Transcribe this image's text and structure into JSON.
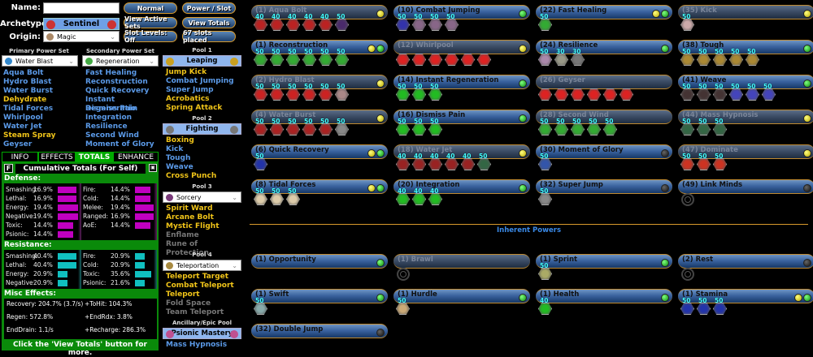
{
  "header": {
    "name_label": "Name:",
    "name_value": "",
    "archetype_label": "Archetype:",
    "archetype_value": "Sentinel",
    "origin_label": "Origin:",
    "origin_value": "Magic",
    "buttons": [
      "Normal",
      "Power / Slot",
      "View Active Sets",
      "View Totals",
      "Slot Levels: Off",
      "67 slots placed"
    ]
  },
  "primary": {
    "header": "Primary Power Set",
    "value": "Water Blast",
    "powers": [
      {
        "name": "Aqua Bolt",
        "color": "blue"
      },
      {
        "name": "Hydro Blast",
        "color": "blue"
      },
      {
        "name": "Water Burst",
        "color": "blue"
      },
      {
        "name": "Dehydrate",
        "color": "yellow"
      },
      {
        "name": "Tidal Forces",
        "color": "blue"
      },
      {
        "name": "Whirlpool",
        "color": "blue"
      },
      {
        "name": "Water Jet",
        "color": "blue"
      },
      {
        "name": "Steam Spray",
        "color": "yellow"
      },
      {
        "name": "Geyser",
        "color": "blue"
      }
    ]
  },
  "secondary": {
    "header": "Secondary Power Set",
    "value": "Regeneration",
    "powers": [
      {
        "name": "Fast Healing",
        "color": "blue"
      },
      {
        "name": "Reconstruction",
        "color": "blue"
      },
      {
        "name": "Quick Recovery",
        "color": "blue"
      },
      {
        "name": "Instant Regeneratio",
        "color": "blue"
      },
      {
        "name": "Dismiss Pain",
        "color": "blue"
      },
      {
        "name": "Integration",
        "color": "blue"
      },
      {
        "name": "Resilience",
        "color": "blue"
      },
      {
        "name": "Second Wind",
        "color": "blue"
      },
      {
        "name": "Moment of Glory",
        "color": "blue"
      }
    ]
  },
  "pools": [
    {
      "header": "Pool 1",
      "value": "Leaping",
      "style": "header",
      "powers": [
        {
          "name": "Jump Kick",
          "color": "yellow"
        },
        {
          "name": "Combat Jumping",
          "color": "blue"
        },
        {
          "name": "Super Jump",
          "color": "blue"
        },
        {
          "name": "Acrobatics",
          "color": "yellow"
        },
        {
          "name": "Spring Attack",
          "color": "yellow"
        }
      ]
    },
    {
      "header": "Pool 2",
      "value": "Fighting",
      "style": "header",
      "powers": [
        {
          "name": "Boxing",
          "color": "yellow"
        },
        {
          "name": "Kick",
          "color": "blue"
        },
        {
          "name": "Tough",
          "color": "blue"
        },
        {
          "name": "Weave",
          "color": "blue"
        },
        {
          "name": "Cross Punch",
          "color": "yellow"
        }
      ]
    },
    {
      "header": "Pool 3",
      "value": "Sorcery",
      "style": "dropdown",
      "powers": [
        {
          "name": "Spirit Ward",
          "color": "yellow"
        },
        {
          "name": "Arcane Bolt",
          "color": "yellow"
        },
        {
          "name": "Mystic Flight",
          "color": "yellow"
        },
        {
          "name": "Enflame",
          "color": "gray"
        },
        {
          "name": "Rune of Protection",
          "color": "gray"
        }
      ]
    },
    {
      "header": "Pool 4",
      "value": "Teleportation",
      "style": "dropdown",
      "powers": [
        {
          "name": "Teleport Target",
          "color": "yellow"
        },
        {
          "name": "Combat Teleport",
          "color": "yellow"
        },
        {
          "name": "Teleport",
          "color": "yellow"
        },
        {
          "name": "Fold Space",
          "color": "gray"
        },
        {
          "name": "Team Teleport",
          "color": "gray"
        }
      ]
    },
    {
      "header": "Ancillary/Epic Pool",
      "value": "Psionic Mastery",
      "style": "header",
      "powers": [
        {
          "name": "Mass Hypnosis",
          "color": "blue"
        }
      ]
    }
  ],
  "tabs": [
    "INFO",
    "EFFECTS",
    "TOTALS",
    "ENHANCE"
  ],
  "active_tab": "TOTALS",
  "totals": {
    "f_label": "F",
    "title": "Cumulative Totals (For Self)",
    "defense_label": "Defense:",
    "defense_left": [
      {
        "name": "Smashing:",
        "value": "16.9%",
        "pct": 16.9
      },
      {
        "name": "Lethal:",
        "value": "16.9%",
        "pct": 16.9
      },
      {
        "name": "Energy:",
        "value": "19.4%",
        "pct": 19.4
      },
      {
        "name": "Negative:",
        "value": "19.4%",
        "pct": 19.4
      },
      {
        "name": "Toxic:",
        "value": "14.4%",
        "pct": 14.4
      },
      {
        "name": "Psionic:",
        "value": "14.4%",
        "pct": 14.4
      }
    ],
    "defense_right": [
      {
        "name": "Fire:",
        "value": "14.4%",
        "pct": 14.4
      },
      {
        "name": "Cold:",
        "value": "14.4%",
        "pct": 14.4
      },
      {
        "name": "Melee:",
        "value": "19.4%",
        "pct": 19.4
      },
      {
        "name": "Ranged:",
        "value": "16.9%",
        "pct": 16.9
      },
      {
        "name": "AoE:",
        "value": "14.4%",
        "pct": 14.4
      }
    ],
    "resistance_label": "Resistance:",
    "resistance_left": [
      {
        "name": "Smashing:",
        "value": "40.4%",
        "pct": 40.4
      },
      {
        "name": "Lethal:",
        "value": "40.4%",
        "pct": 40.4
      },
      {
        "name": "Energy:",
        "value": "20.9%",
        "pct": 20.9
      },
      {
        "name": "Negative:",
        "value": "20.9%",
        "pct": 20.9
      }
    ],
    "resistance_right": [
      {
        "name": "Fire:",
        "value": "20.9%",
        "pct": 20.9
      },
      {
        "name": "Cold:",
        "value": "20.9%",
        "pct": 20.9
      },
      {
        "name": "Toxic:",
        "value": "35.6%",
        "pct": 35.6
      },
      {
        "name": "Psionic:",
        "value": "21.6%",
        "pct": 21.6
      }
    ],
    "misc_label": "Misc Effects:",
    "misc": [
      [
        "Recovery: 204.7% (3.7/s)",
        "+ToHit: 104.3%"
      ],
      [
        "Regen: 572.8%",
        "+EndRdx: 3.8%"
      ],
      [
        "EndDrain: 1.1/s",
        "+Recharge: 286.3%"
      ]
    ],
    "footer": "Click the 'View Totals' button for more."
  },
  "slots": [
    {
      "title": "(1) Aqua Bolt",
      "dim": true,
      "dots": [
        "y"
      ],
      "enh": [
        [
          "40",
          "#b22"
        ],
        [
          "40",
          "#b22"
        ],
        [
          "40",
          "#b22"
        ],
        [
          "40",
          "#b22"
        ],
        [
          "40",
          "#b22"
        ],
        [
          "50",
          "#4a2a6a"
        ]
      ]
    },
    {
      "title": "(1) Reconstruction",
      "dim": false,
      "dots": [
        "y",
        "g"
      ],
      "enh": [
        [
          "50",
          "#3a3"
        ],
        [
          "50",
          "#3a3"
        ],
        [
          "50",
          "#3a3"
        ],
        [
          "50",
          "#3a3"
        ],
        [
          "50",
          "#3a3"
        ],
        [
          "50",
          "#3a3"
        ]
      ]
    },
    {
      "title": "(2) Hydro Blast",
      "dim": true,
      "dots": [
        "y"
      ],
      "enh": [
        [
          "50",
          "#c22"
        ],
        [
          "50",
          "#c22"
        ],
        [
          "50",
          "#c22"
        ],
        [
          "50",
          "#c22"
        ],
        [
          "50",
          "#c22"
        ],
        [
          "50",
          "#a88"
        ]
      ]
    },
    {
      "title": "(4) Water Burst",
      "dim": true,
      "dots": [
        "y"
      ],
      "enh": [
        [
          "50",
          "#a22"
        ],
        [
          "50",
          "#a22"
        ],
        [
          "50",
          "#a22"
        ],
        [
          "50",
          "#a22"
        ],
        [
          "50",
          "#a22"
        ],
        [
          "50",
          "#888"
        ]
      ]
    },
    {
      "title": "(6) Quick Recovery",
      "dim": false,
      "dots": [
        "y",
        "g"
      ],
      "enh": [
        [
          "50",
          "#23a"
        ]
      ]
    },
    {
      "title": "(8) Tidal Forces",
      "dim": false,
      "dots": [
        "y",
        "g"
      ],
      "enh": [
        [
          "50",
          "#dca"
        ],
        [
          "50",
          "#dca"
        ],
        [
          "50",
          "#dca"
        ]
      ]
    },
    {
      "title": "(10) Combat Jumping",
      "dim": false,
      "dots": [
        "g"
      ],
      "enh": [
        [
          "50",
          "#33a"
        ],
        [
          "50",
          "#868"
        ],
        [
          "50",
          "#868"
        ],
        [
          "50",
          "#868"
        ]
      ]
    },
    {
      "title": "(12) Whirlpool",
      "dim": true,
      "dots": [
        "y"
      ],
      "enh": [
        [
          "",
          "#d22"
        ],
        [
          "",
          "#d22"
        ],
        [
          "",
          "#d22"
        ],
        [
          "",
          "#d22"
        ],
        [
          "",
          "#d22"
        ],
        [
          "",
          "#d22"
        ]
      ]
    },
    {
      "title": "(14) Instant Regeneration",
      "dim": false,
      "dots": [
        "g"
      ],
      "enh": [
        [
          "50",
          "#2b2"
        ],
        [
          "50",
          "#2b2"
        ],
        [
          "50",
          "#2b2"
        ]
      ]
    },
    {
      "title": "(16) Dismiss Pain",
      "dim": false,
      "dots": [
        "g"
      ],
      "enh": [
        [
          "50",
          "#2b2"
        ],
        [
          "50",
          "#2b2"
        ],
        [
          "50",
          "#2b2"
        ]
      ]
    },
    {
      "title": "(18) Water Jet",
      "dim": true,
      "dots": [
        "y"
      ],
      "enh": [
        [
          "40",
          "#922"
        ],
        [
          "40",
          "#922"
        ],
        [
          "40",
          "#922"
        ],
        [
          "40",
          "#922"
        ],
        [
          "40",
          "#922"
        ],
        [
          "50",
          "#364"
        ]
      ]
    },
    {
      "title": "(20) Integration",
      "dim": false,
      "dots": [
        "g"
      ],
      "enh": [
        [
          "40",
          "#2b2"
        ],
        [
          "40",
          "#2b2"
        ],
        [
          "40",
          "#2b2"
        ]
      ]
    },
    {
      "title": "(22) Fast Healing",
      "dim": false,
      "dots": [
        "y",
        "g"
      ],
      "enh": [
        [
          "50",
          "#3a3"
        ]
      ]
    },
    {
      "title": "(24) Resilience",
      "dim": false,
      "dots": [
        "g"
      ],
      "enh": [
        [
          "50",
          "#a8a"
        ],
        [
          "30",
          "#998"
        ],
        [
          "30",
          "#777"
        ]
      ]
    },
    {
      "title": "(26) Geyser",
      "dim": true,
      "dots": [],
      "enh": [
        [
          "",
          "#d22"
        ],
        [
          "",
          "#d22"
        ],
        [
          "",
          "#d22"
        ],
        [
          "",
          "#d22"
        ],
        [
          "",
          "#d22"
        ],
        [
          "",
          "#d22"
        ]
      ]
    },
    {
      "title": "(28) Second Wind",
      "dim": true,
      "dots": [],
      "enh": [
        [
          "50",
          "#3a3"
        ],
        [
          "50",
          "#3a3"
        ],
        [
          "50",
          "#3a3"
        ],
        [
          "50",
          "#3a3"
        ],
        [
          "50",
          "#3a3"
        ]
      ]
    },
    {
      "title": "(30) Moment of Glory",
      "dim": false,
      "dots": [
        "k"
      ],
      "enh": [
        [
          "50",
          "#35a"
        ]
      ]
    },
    {
      "title": "(32) Super Jump",
      "dim": false,
      "dots": [
        "k"
      ],
      "enh": [
        [
          "50",
          "#888"
        ]
      ]
    },
    {
      "title": "(35) Kick",
      "dim": true,
      "dots": [
        "y"
      ],
      "enh": [
        [
          "50",
          "#caa"
        ]
      ]
    },
    {
      "title": "(38) Tough",
      "dim": false,
      "dots": [
        "g"
      ],
      "enh": [
        [
          "50",
          "#a83"
        ],
        [
          "50",
          "#a83"
        ],
        [
          "50",
          "#a83"
        ],
        [
          "50",
          "#a83"
        ],
        [
          "50",
          "#a83"
        ]
      ]
    },
    {
      "title": "(41) Weave",
      "dim": false,
      "dots": [
        "g"
      ],
      "enh": [
        [
          "50",
          "#433"
        ],
        [
          "50",
          "#433"
        ],
        [
          "50",
          "#433"
        ],
        [
          "50",
          "#44b"
        ],
        [
          "50",
          "#44b"
        ],
        [
          "50",
          "#44b"
        ]
      ]
    },
    {
      "title": "(44) Mass Hypnosis",
      "dim": true,
      "dots": [
        "y"
      ],
      "enh": [
        [
          "50",
          "#364"
        ],
        [
          "50",
          "#364"
        ],
        [
          "50",
          "#364"
        ]
      ]
    },
    {
      "title": "(47) Dominate",
      "dim": true,
      "dots": [
        "y"
      ],
      "enh": [
        [
          "50",
          "#c32"
        ],
        [
          "50",
          "#c32"
        ],
        [
          "50",
          "#c32"
        ]
      ]
    },
    {
      "title": "(49) Link Minds",
      "dim": false,
      "dots": [
        "k"
      ],
      "enh": [],
      "ring": true
    }
  ],
  "inherent_header": "Inherent Powers",
  "inherent": [
    {
      "title": "(1) Opportunity",
      "dim": false,
      "dots": [
        "g"
      ],
      "enh": []
    },
    {
      "title": "(1) Swift",
      "dim": false,
      "dots": [
        "g"
      ],
      "enh": [
        [
          "50",
          "#8aa"
        ]
      ]
    },
    {
      "title": "(32) Double Jump",
      "dim": false,
      "dots": [
        "k"
      ],
      "enh": []
    },
    {
      "title": "(1) Brawl",
      "dim": true,
      "dots": [],
      "enh": [],
      "ring": true
    },
    {
      "title": "(1) Hurdle",
      "dim": false,
      "dots": [
        "g"
      ],
      "enh": [
        [
          "50",
          "#ca7"
        ]
      ]
    },
    {
      "title": "(1) Sprint",
      "dim": false,
      "dots": [
        "g"
      ],
      "enh": [
        [
          "50",
          "#aa6"
        ]
      ]
    },
    {
      "title": "(1) Health",
      "dim": false,
      "dots": [
        "g"
      ],
      "enh": [
        [
          "40",
          "#2b2"
        ]
      ]
    },
    {
      "title": "(2) Rest",
      "dim": false,
      "dots": [
        "k"
      ],
      "enh": [],
      "ring": true
    },
    {
      "title": "(1) Stamina",
      "dim": false,
      "dots": [
        "y",
        "g"
      ],
      "enh": [
        [
          "50",
          "#23a"
        ],
        [
          "50",
          "#23a"
        ],
        [
          "50",
          "#23a"
        ]
      ]
    }
  ]
}
